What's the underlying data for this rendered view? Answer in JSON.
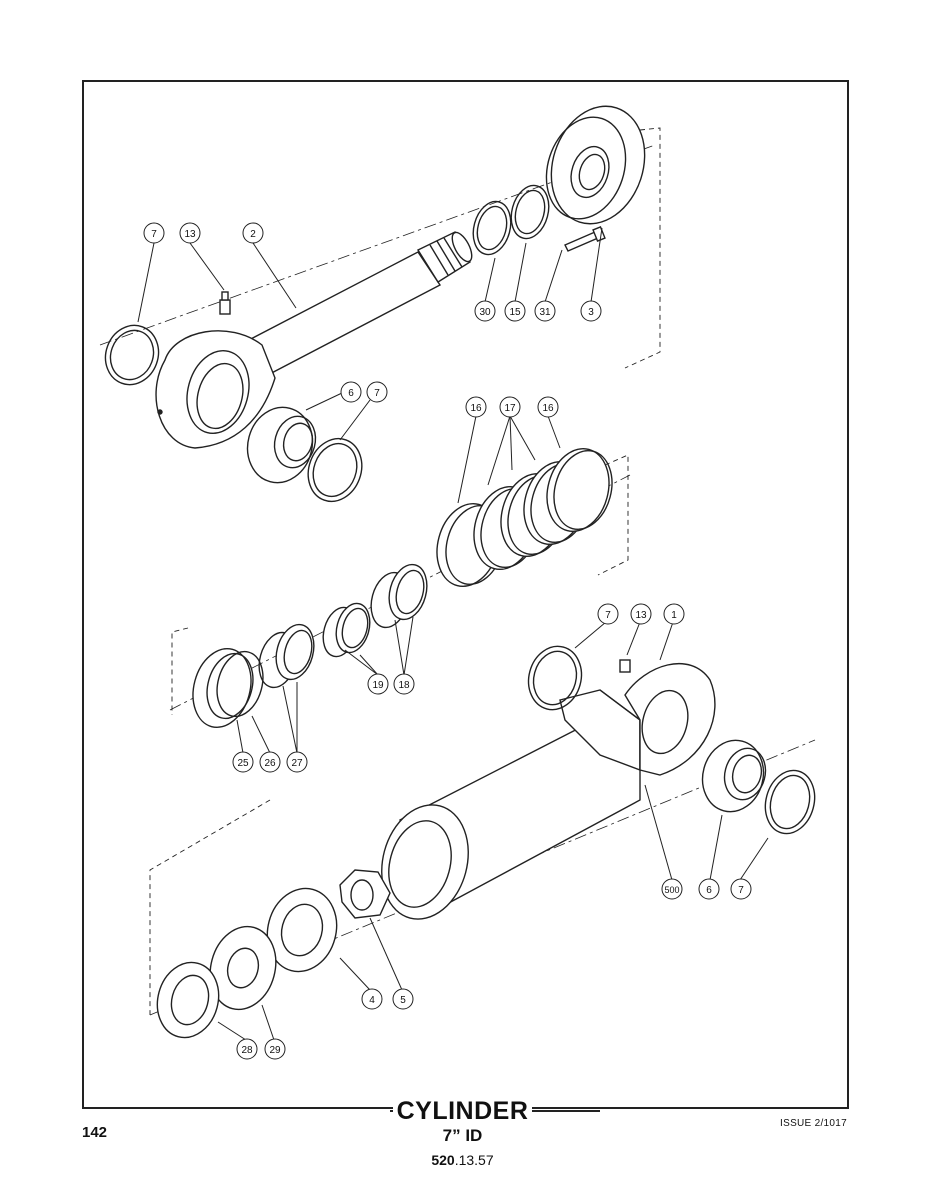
{
  "footer": {
    "page_number": "142",
    "title": "CYLINDER",
    "subtitle": "7” ID",
    "code_bold": "520",
    "code_rest": ".13.57",
    "issue": "ISSUE 2/1017"
  },
  "callouts": [
    {
      "id": "c7a",
      "label": "7"
    },
    {
      "id": "c13a",
      "label": "13"
    },
    {
      "id": "c2",
      "label": "2"
    },
    {
      "id": "c30",
      "label": "30"
    },
    {
      "id": "c15",
      "label": "15"
    },
    {
      "id": "c31",
      "label": "31"
    },
    {
      "id": "c3",
      "label": "3"
    },
    {
      "id": "c6a",
      "label": "6"
    },
    {
      "id": "c7b",
      "label": "7"
    },
    {
      "id": "c16a",
      "label": "16"
    },
    {
      "id": "c17",
      "label": "17"
    },
    {
      "id": "c16b",
      "label": "16"
    },
    {
      "id": "c19",
      "label": "19"
    },
    {
      "id": "c18",
      "label": "18"
    },
    {
      "id": "c25",
      "label": "25"
    },
    {
      "id": "c26",
      "label": "26"
    },
    {
      "id": "c27",
      "label": "27"
    },
    {
      "id": "c7c",
      "label": "7"
    },
    {
      "id": "c13b",
      "label": "13"
    },
    {
      "id": "c1",
      "label": "1"
    },
    {
      "id": "c500",
      "label": "500"
    },
    {
      "id": "c6b",
      "label": "6"
    },
    {
      "id": "c7d",
      "label": "7"
    },
    {
      "id": "c4",
      "label": "4"
    },
    {
      "id": "c5",
      "label": "5"
    },
    {
      "id": "c28",
      "label": "28"
    },
    {
      "id": "c29",
      "label": "29"
    }
  ]
}
